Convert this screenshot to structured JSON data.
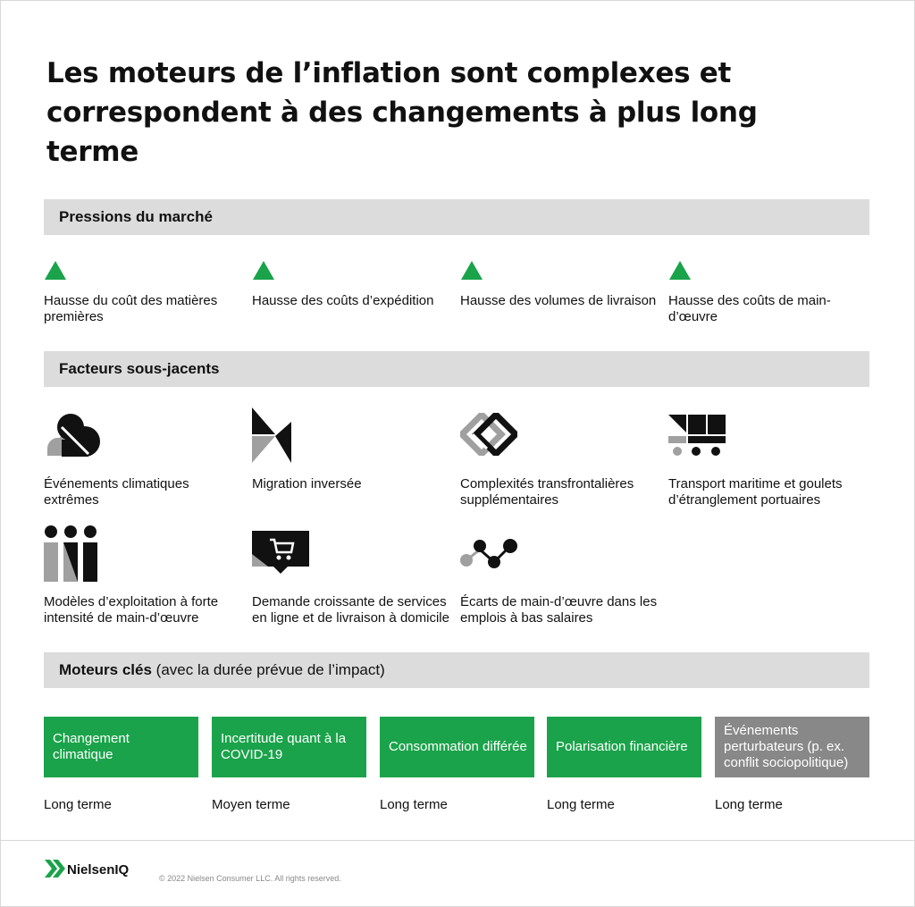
{
  "title": "Les moteurs de l’inflation sont complexes et correspondent à des changements à plus long terme",
  "sections": {
    "market": "Pressions du marché",
    "factors": "Facteurs sous-jacents",
    "drivers": "Moteurs clés",
    "drivers_note": "(avec la durée prévue de l’impact)"
  },
  "pressures": [
    {
      "label": "Hausse du coût des matières premières",
      "icon": "up-triangle-icon"
    },
    {
      "label": "Hausse des coûts d’expédition",
      "icon": "up-triangle-icon"
    },
    {
      "label": "Hausse des volumes de livraison",
      "icon": "up-triangle-icon"
    },
    {
      "label": "Hausse des coûts de main-d’œuvre",
      "icon": "up-triangle-icon"
    }
  ],
  "factors": [
    {
      "label": "Événements climatiques extrêmes",
      "icon": "cloud-icon"
    },
    {
      "label": "Migration inversée",
      "icon": "reverse-migration-icon"
    },
    {
      "label": "Complexités transfrontalières supplémentaires",
      "icon": "interlocking-diamonds-icon"
    },
    {
      "label": "Transport maritime et goulets d’étranglement portuaires",
      "icon": "shipping-containers-icon"
    },
    {
      "label": "Modèles d’exploitation à forte intensité de main-d’œuvre",
      "icon": "workers-icon"
    },
    {
      "label": "Demande croissante de services en ligne et de livraison à domicile",
      "icon": "shopping-cart-icon"
    },
    {
      "label": "Écarts de main-d’œuvre dans les emplois à bas salaires",
      "icon": "network-nodes-icon"
    }
  ],
  "drivers": [
    {
      "label": "Changement climatique",
      "term": "Long terme",
      "color": "#1aa34a"
    },
    {
      "label": "Incertitude quant à la COVID-19",
      "term": "Moyen terme",
      "color": "#1aa34a"
    },
    {
      "label": "Consommation différée",
      "term": "Long terme",
      "color": "#1aa34a"
    },
    {
      "label": "Polarisation financière",
      "term": "Long terme",
      "color": "#1aa34a"
    },
    {
      "label": "Événements perturbateurs (p. ex. conflit sociopolitique)",
      "term": "Long terme",
      "color": "#888888"
    }
  ],
  "footer": {
    "brand": "NielsenIQ",
    "copyright": "© 2022 Nielsen Consumer LLC. All rights reserved."
  },
  "colors": {
    "accent": "#1aa34a",
    "gray": "#888888",
    "bar": "#dcdcdc"
  }
}
